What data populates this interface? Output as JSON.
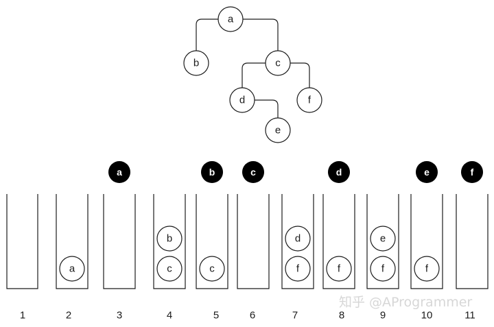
{
  "tree": {
    "nodes": [
      {
        "id": "a",
        "label": "a"
      },
      {
        "id": "b",
        "label": "b"
      },
      {
        "id": "c",
        "label": "c"
      },
      {
        "id": "d",
        "label": "d"
      },
      {
        "id": "e",
        "label": "e"
      },
      {
        "id": "f",
        "label": "f"
      }
    ],
    "edges": [
      [
        "a",
        "b"
      ],
      [
        "a",
        "c"
      ],
      [
        "c",
        "d"
      ],
      [
        "c",
        "f"
      ],
      [
        "d",
        "e"
      ]
    ]
  },
  "steps": [
    {
      "label": "1",
      "stack": [],
      "output": ""
    },
    {
      "label": "2",
      "stack": [
        "a"
      ],
      "output": ""
    },
    {
      "label": "3",
      "stack": [],
      "output": "a"
    },
    {
      "label": "4",
      "stack": [
        "b",
        "c"
      ],
      "output": ""
    },
    {
      "label": "5",
      "stack": [
        "c"
      ],
      "output": "b"
    },
    {
      "label": "6",
      "stack": [],
      "output": "c"
    },
    {
      "label": "7",
      "stack": [
        "d",
        "f"
      ],
      "output": ""
    },
    {
      "label": "8",
      "stack": [
        "f"
      ],
      "output": "d"
    },
    {
      "label": "9",
      "stack": [
        "e",
        "f"
      ],
      "output": ""
    },
    {
      "label": "10",
      "stack": [
        "f"
      ],
      "output": "e"
    },
    {
      "label": "11",
      "stack": [],
      "output": "f"
    }
  ],
  "watermark": "知乎 @AProgrammer",
  "colors": {
    "stroke": "#1a1a1a",
    "output_fill": "#000000",
    "watermark": "#d7d7d7"
  }
}
